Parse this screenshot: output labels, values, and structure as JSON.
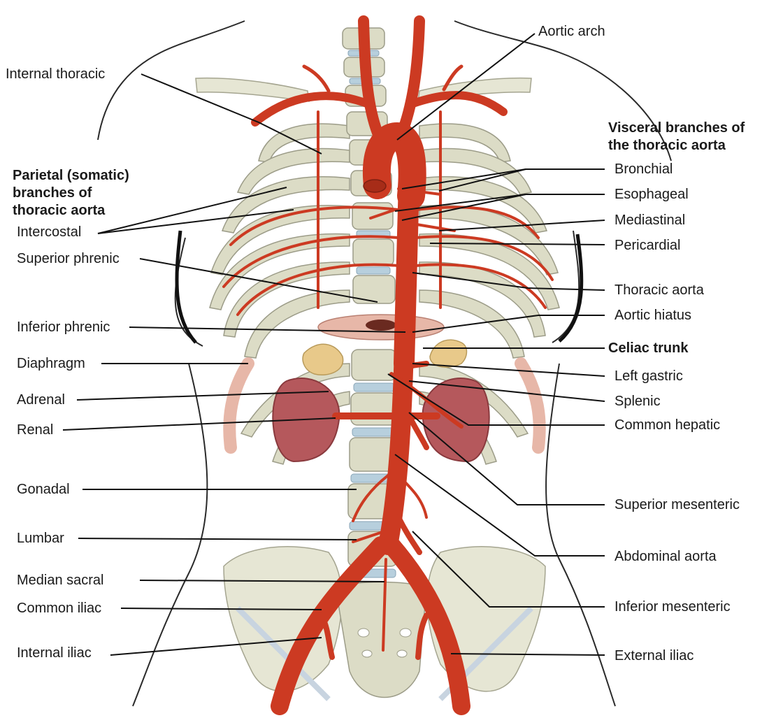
{
  "labels_left": {
    "internal_thoracic": "Internal thoracic",
    "parietal_header": [
      "Parietal (somatic)",
      "branches of",
      "thoracic aorta"
    ],
    "intercostal": "Intercostal",
    "superior_phrenic": "Superior phrenic",
    "inferior_phrenic": "Inferior phrenic",
    "diaphragm": "Diaphragm",
    "adrenal": "Adrenal",
    "renal": "Renal",
    "gonadal": "Gonadal",
    "lumbar": "Lumbar",
    "median_sacral": "Median sacral",
    "common_iliac": "Common iliac",
    "internal_iliac": "Internal iliac"
  },
  "labels_right": {
    "aortic_arch": "Aortic arch",
    "visceral_header": [
      "Visceral branches of",
      "the thoracic aorta"
    ],
    "bronchial": "Bronchial",
    "esophageal": "Esophageal",
    "mediastinal": "Mediastinal",
    "pericardial": "Pericardial",
    "thoracic_aorta": "Thoracic aorta",
    "aortic_hiatus": "Aortic hiatus",
    "celiac_trunk": "Celiac trunk",
    "left_gastric": "Left gastric",
    "splenic": "Splenic",
    "common_hepatic": "Common hepatic",
    "superior_mesenteric": "Superior mesenteric",
    "abdominal_aorta": "Abdominal aorta",
    "inferior_mesenteric": "Inferior mesenteric",
    "external_iliac": "External iliac"
  },
  "colors": {
    "artery": "#cc3a22",
    "bone": "#dcdcc6",
    "disc": "#b7cfdd",
    "kidney": "#b5585c",
    "adrenal": "#e8c98a",
    "diaphragm": "#e7b7a8"
  }
}
